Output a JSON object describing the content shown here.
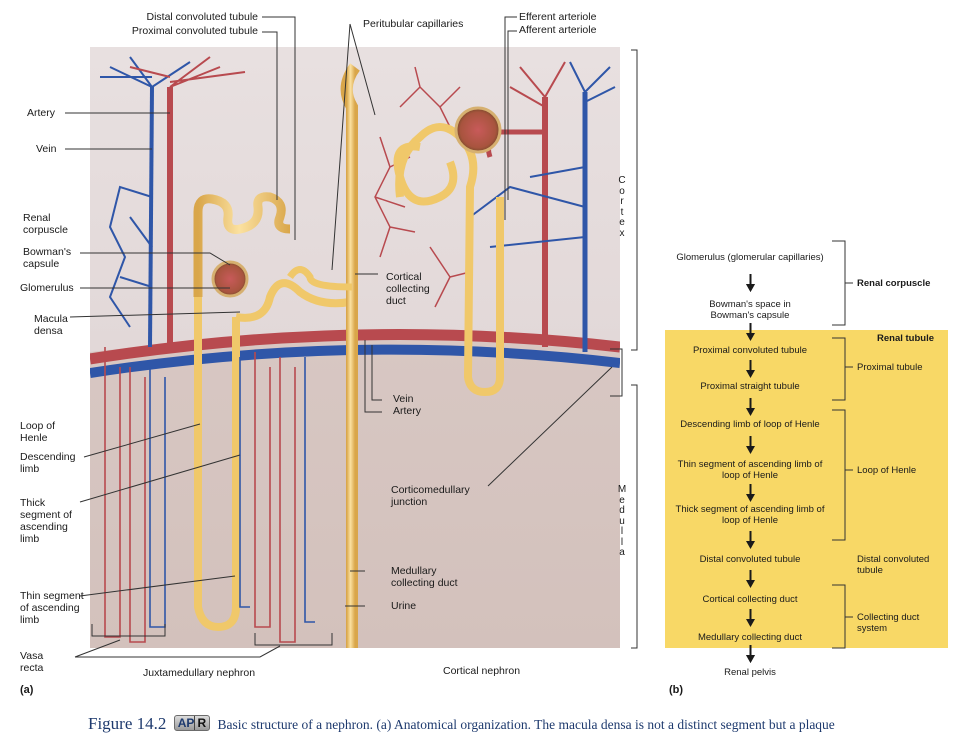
{
  "panel_a": {
    "panel_label": "(a)",
    "labels": {
      "distal_convoluted_tubule": "Distal convoluted tubule",
      "proximal_convoluted_tubule": "Proximal convoluted tubule",
      "peritubular_capillaries": "Peritubular capillaries",
      "efferent_arteriole": "Efferent arteriole",
      "afferent_arteriole": "Afferent arteriole",
      "artery_top": "Artery",
      "vein_top": "Vein",
      "renal_corpuscle": "Renal corpuscle",
      "bowmans_capsule": "Bowman's capsule",
      "glomerulus": "Glomerulus",
      "macula_densa": "Macula densa",
      "cortical_collecting_duct": "Cortical collecting duct",
      "vein_junction": "Vein",
      "artery_junction": "Artery",
      "loop_of_henle": "Loop of Henle",
      "descending_limb": "Descending limb",
      "thick_segment": "Thick segment of ascending limb",
      "thin_segment": "Thin segment of ascending limb",
      "vasa_recta": "Vasa recta",
      "corticomedullary_junction": "Corticomedullary junction",
      "medullary_collecting_duct": "Medullary collecting duct",
      "urine": "Urine",
      "juxtamedullary_nephron": "Juxtamedullary nephron",
      "cortical_nephron": "Cortical nephron"
    },
    "regions": {
      "cortex": [
        "C",
        "o",
        "r",
        "t",
        "e",
        "x"
      ],
      "medulla": [
        "M",
        "e",
        "d",
        "u",
        "l",
        "l",
        "a"
      ]
    }
  },
  "panel_b": {
    "panel_label": "(b)",
    "flow_steps": [
      "Glomerulus (glomerular capillaries)",
      "Bowman's space in Bowman's capsule",
      "Proximal convoluted tubule",
      "Proximal straight tubule",
      "Descending limb of loop of Henle",
      "Thin segment of ascending limb of loop of Henle",
      "Thick segment of ascending limb of loop of Henle",
      "Distal convoluted tubule",
      "Cortical collecting duct",
      "Medullary collecting duct",
      "Renal pelvis"
    ],
    "group_labels": {
      "renal_corpuscle": "Renal corpuscle",
      "renal_tubule": "Renal tubule",
      "proximal_tubule": "Proximal tubule",
      "loop_of_henle": "Loop of Henle",
      "distal_convoluted_tubule": "Distal convoluted tubule",
      "collecting_duct_system": "Collecting duct system"
    },
    "highlight_color": "#f8d866"
  },
  "caption": {
    "figure_number": "Figure 14.2",
    "badge_left": "AP",
    "badge_right": "R",
    "text": "Basic structure of a nephron. (a) Anatomical organization. The macula densa is not a distinct segment but a plaque"
  },
  "colors": {
    "artery": "#b84a4f",
    "vein": "#2f56a8",
    "tubule": "#f0c86a",
    "tissue_cortex": "#e6dddd",
    "tissue_medulla": "#d8c8c4",
    "caption_blue": "#1e3a6e"
  }
}
